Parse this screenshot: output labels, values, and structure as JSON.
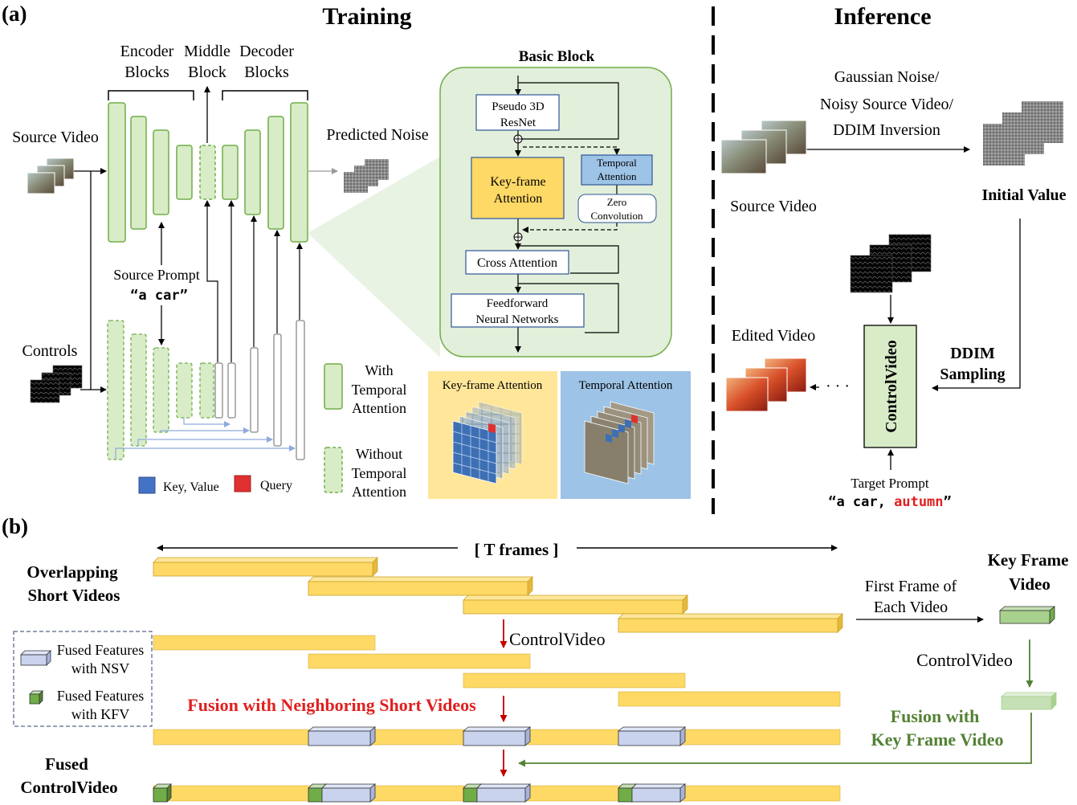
{
  "part_a": {
    "label": "(a)",
    "training_title": "Training",
    "inference_title": "Inference",
    "encoder_label": [
      "Encoder",
      "Blocks"
    ],
    "middle_label": [
      "Middle",
      "Block"
    ],
    "decoder_label": [
      "Decoder",
      "Blocks"
    ],
    "source_video": "Source Video",
    "predicted_noise": "Predicted Noise",
    "source_prompt": "Source Prompt",
    "source_prompt_text": "“a car”",
    "controls": "Controls",
    "legend_with": [
      "With",
      "Temporal",
      "Attention"
    ],
    "legend_without": [
      "Without",
      "Temporal",
      "Attention"
    ],
    "legend_key_value": "Key, Value",
    "legend_query": "Query",
    "basic_block": {
      "title": "Basic Block",
      "pseudo3d": [
        "Pseudo 3D",
        "ResNet"
      ],
      "keyframe": [
        "Key-frame",
        "Attention"
      ],
      "temporal": [
        "Temporal",
        "Attention"
      ],
      "zero_conv": [
        "Zero",
        "Convolution"
      ],
      "cross_attention": "Cross Attention",
      "feedforward": [
        "Feedforward",
        "Neural Networks"
      ]
    },
    "kf_panel_title": "Key-frame Attention",
    "temporal_panel_title": "Temporal Attention",
    "inference": {
      "noise_options": [
        "Gaussian Noise/",
        "Noisy Source Video/",
        "DDIM Inversion"
      ],
      "source_video": "Source Video",
      "initial_value": "Initial Value",
      "edited_video": "Edited Video",
      "controlvideo": "ControlVideo",
      "ddim": [
        "DDIM",
        "Sampling"
      ],
      "target_prompt": "Target Prompt",
      "target_prompt_a": "“a car, ",
      "target_prompt_b": "autumn",
      "target_prompt_c": "”",
      "dots": "· · ·"
    }
  },
  "part_b": {
    "label": "(b)",
    "t_frames": "[ T frames ]",
    "overlapping": [
      "Overlapping",
      "Short Videos"
    ],
    "controlvideo_mid": "ControlVideo",
    "fusion_nsv_title": "Fusion with Neighboring Short Videos",
    "legend_nsv": [
      "Fused Features",
      "with NSV"
    ],
    "legend_kfv": [
      "Fused Features",
      "with KFV"
    ],
    "fused": [
      "Fused",
      "ControlVideo"
    ],
    "first_frame": [
      "First Frame of",
      "Each Video"
    ],
    "key_frame_video": [
      "Key Frame",
      "Video"
    ],
    "controlvideo_right": "ControlVideo",
    "fusion_kfv": [
      "Fusion with",
      "Key Frame Video"
    ]
  },
  "colors": {
    "green_fill": "#d8ecc8",
    "green_stroke": "#70ad47",
    "yellow_fill": "#ffd966",
    "blue_fill": "#c9d3ee",
    "red_text": "#e02020",
    "green_text": "#548235",
    "temporal_blue": "#9dc3e6",
    "kf_yellow": "#ffe699"
  }
}
